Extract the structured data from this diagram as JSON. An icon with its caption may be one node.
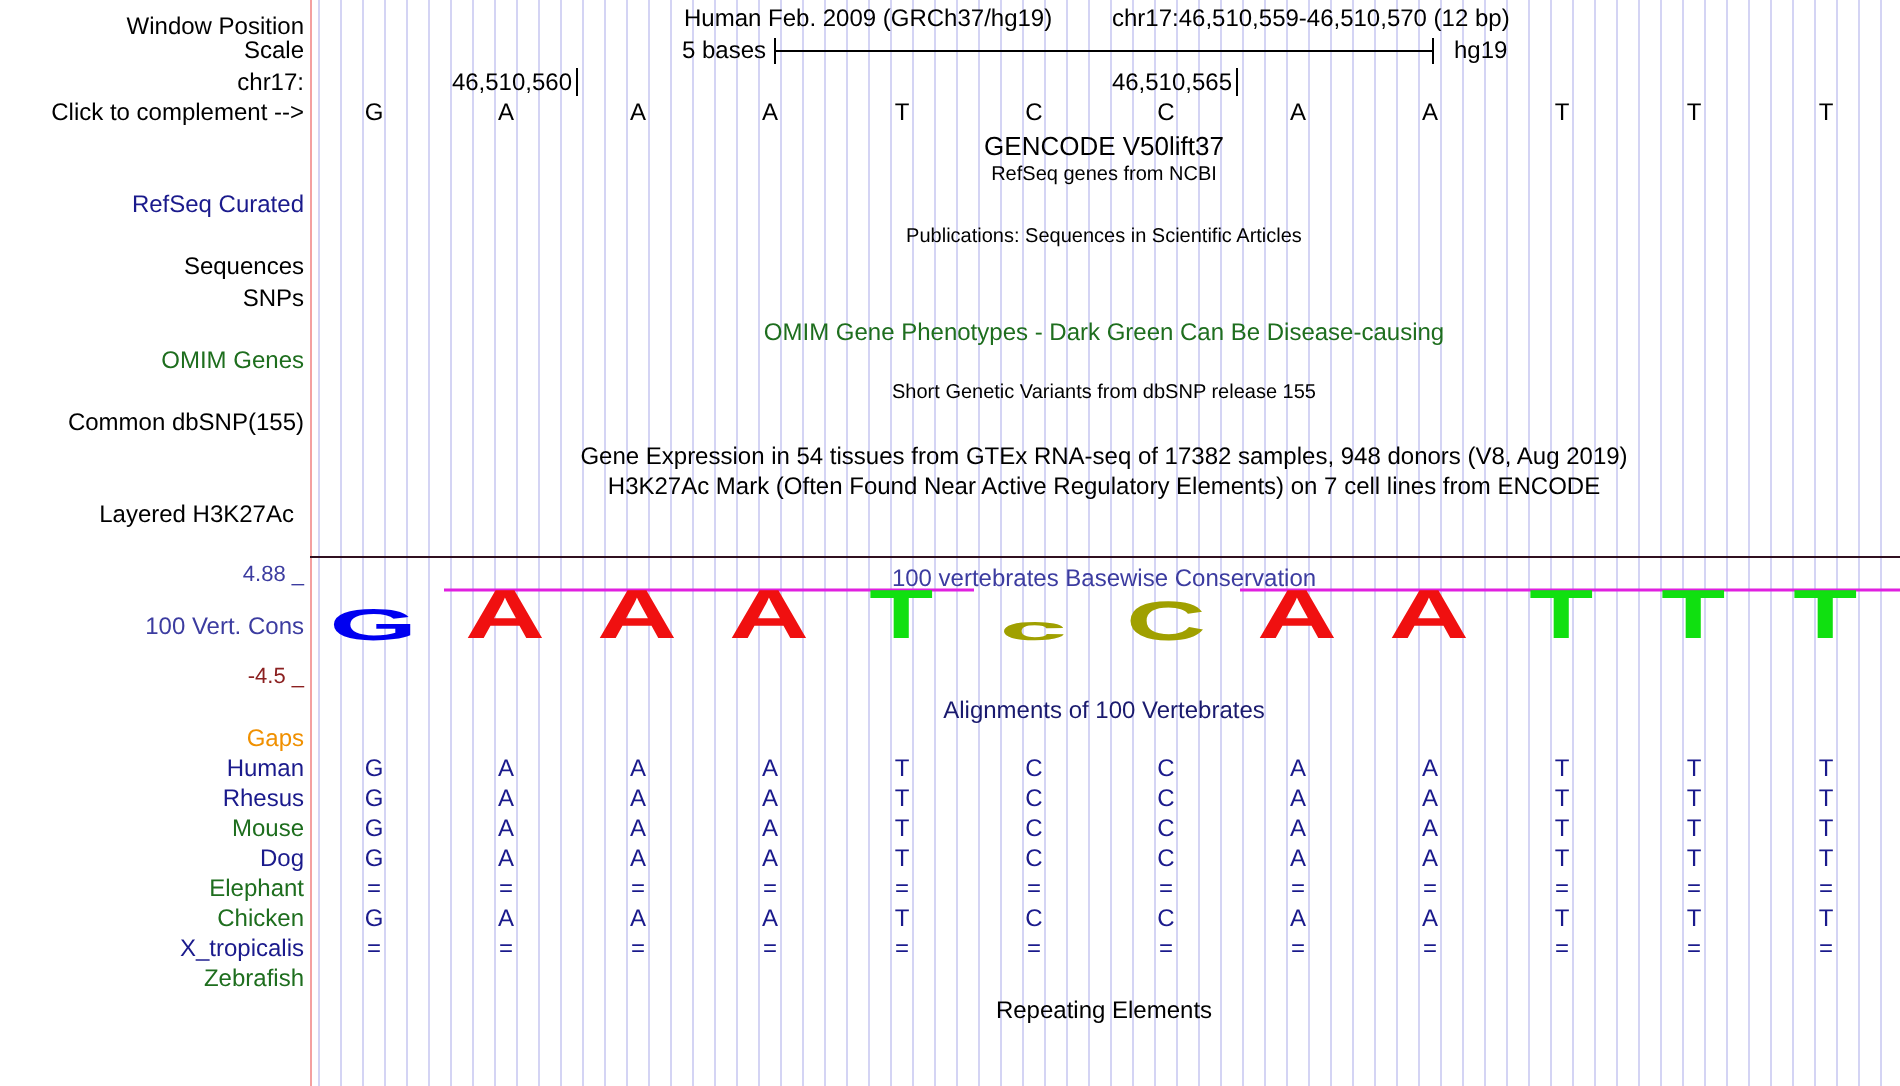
{
  "diagram": {
    "labels": [
      "Window Position",
      "Human Feb. 2009 (GRCh37/hg19)",
      "chr17:46,510,559-46,510,570 (12 bp)",
      "Scale",
      "5 bases",
      "hg19",
      "chr17:",
      "46,510,560",
      "46,510,565",
      "Click to complement -->",
      "G",
      "A",
      "A",
      "A",
      "T",
      "C",
      "C",
      "A",
      "A",
      "T",
      "T",
      "T",
      "GENCODE V50lift37",
      "RefSeq genes from NCBI",
      "RefSeq Curated",
      "Publications: Sequences in Scientific Articles",
      "Sequences",
      "SNPs",
      "OMIM Gene Phenotypes - Dark Green Can Be Disease-causing",
      "OMIM Genes",
      "Short Genetic Variants from dbSNP release 155",
      "Common dbSNP(155)",
      "Gene Expression in 54 tissues from GTEx RNA-seq of 17382 samples, 948 donors (V8, Aug 2019)",
      "H3K27Ac Mark (Often Found Near Active Regulatory Elements) on 7 cell lines from ENCODE",
      "Layered H3K27Ac",
      "4.88 _",
      "100 vertebrates Basewise Conservation",
      "100 Vert. Cons",
      "G",
      "A",
      "A",
      "A",
      "T",
      "c",
      "C",
      "A",
      "A",
      "T",
      "T",
      "T",
      "-4.5 _",
      "Alignments of 100 Vertebrates",
      "Gaps",
      "Human",
      "G",
      "A",
      "A",
      "A",
      "T",
      "C",
      "C",
      "A",
      "A",
      "T",
      "T",
      "T",
      "Rhesus",
      "G",
      "A",
      "A",
      "A",
      "T",
      "C",
      "C",
      "A",
      "A",
      "T",
      "T",
      "T",
      "Mouse",
      "G",
      "A",
      "A",
      "A",
      "T",
      "C",
      "C",
      "A",
      "A",
      "T",
      "T",
      "T",
      "Dog",
      "G",
      "A",
      "A",
      "A",
      "T",
      "C",
      "C",
      "A",
      "A",
      "T",
      "T",
      "T",
      "Elephant",
      "=",
      "=",
      "=",
      "=",
      "=",
      "=",
      "=",
      "=",
      "=",
      "=",
      "=",
      "=",
      "Chicken",
      "G",
      "A",
      "A",
      "A",
      "T",
      "C",
      "C",
      "A",
      "A",
      "T",
      "T",
      "T",
      "X_tropicalis",
      "=",
      "=",
      "=",
      "=",
      "=",
      "=",
      "=",
      "=",
      "=",
      "=",
      "=",
      "=",
      "Zebrafish",
      "Repeating Elements"
    ]
  }
}
